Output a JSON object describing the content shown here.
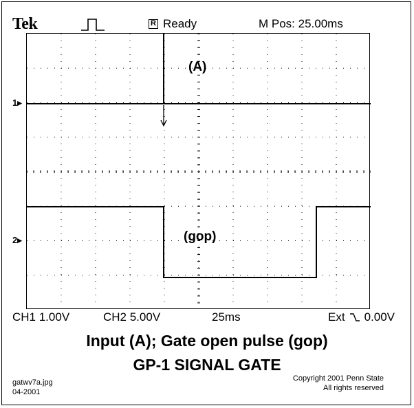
{
  "header": {
    "brand": "Tek",
    "status_box_letter": "R",
    "status": "Ready",
    "m_pos": "M Pos: 25.00ms",
    "trigger_icon": "pulse-icon"
  },
  "screen": {
    "marker_ch1": "1",
    "marker_ch2": "2",
    "annotation_a": "(A)",
    "annotation_gop": "(gop)"
  },
  "readout": {
    "ch1": "CH1  1.00V",
    "ch2": "CH2  5.00V",
    "timebase": "25ms",
    "ext_label": "Ext",
    "ext_level": "0.00V",
    "ext_icon": "falling-edge-icon"
  },
  "caption": {
    "line1": "Input (A); Gate open pulse (gop)",
    "line2": "GP-1 SIGNAL GATE"
  },
  "footer": {
    "file_name": "gatwv7a.jpg",
    "file_date": "04-2001",
    "copyright_line1": "Copyright  2001 Penn State",
    "copyright_line2": "All rights reserved"
  },
  "colors": {
    "background": "#ffffff",
    "trace": "#000000"
  }
}
